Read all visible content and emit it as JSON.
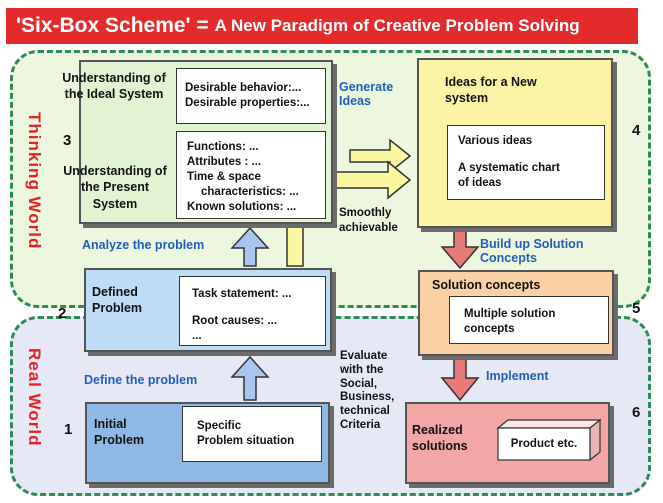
{
  "title": {
    "main": "'Six-Box Scheme' =",
    "sub": "A New Paradigm of Creative Problem Solving"
  },
  "worlds": {
    "thinking": "Thinking World",
    "real": "Real World"
  },
  "numbers": [
    "1",
    "2",
    "3",
    "4",
    "5",
    "6"
  ],
  "box3": {
    "ideal_label": "Understanding of the Ideal System",
    "ideal_items": [
      "Desirable behavior:...",
      "Desirable properties:..."
    ],
    "present_label": "Understanding of the Present System",
    "present_items": [
      "Functions: ...",
      "Attributes : ...",
      "Time & space",
      "characteristics: ...",
      "Known solutions: ..."
    ]
  },
  "box2": {
    "label": "Defined Problem",
    "items": [
      "Task statement: ...",
      "Root causes: ...",
      "..."
    ]
  },
  "box1": {
    "label": "Initial Problem",
    "items": [
      "Specific",
      "Problem situation"
    ]
  },
  "box4": {
    "label": "Ideas for a New system",
    "items": [
      "Various ideas",
      "A systematic chart",
      "of ideas"
    ]
  },
  "box5": {
    "label": "Solution concepts",
    "items": [
      "Multiple solution",
      "concepts"
    ]
  },
  "box6": {
    "label": "Realized solutions",
    "product": "Product etc."
  },
  "arrows": {
    "generate": "Generate Ideas",
    "analyze": "Analyze the problem",
    "define": "Define the problem",
    "build": "Build up Solution Concepts",
    "implement": "Implement",
    "smoothly": "Smoothly achievable",
    "evaluate": "Evaluate with the Social, Business, technical Criteria"
  },
  "colors": {
    "title_bg": "#e32b2b",
    "world_label": "#e32222",
    "thinking_bg": "#edf7df",
    "real_bg": "#e6e8f6",
    "region_border": "#2e8b57",
    "box3_bg": "#e2f3d4",
    "box4_bg": "#fbf4a6",
    "box2_bg": "#bfdcf6",
    "box1_bg": "#8fb8e4",
    "box5_bg": "#fbd0a4",
    "box6_bg": "#f2a6a6",
    "blue_text": "#1f5fb8",
    "pink_arrow": "#e87a7a",
    "blue_arrow": "#a9c6ef",
    "yellow_arrow": "#fbf7a0"
  }
}
